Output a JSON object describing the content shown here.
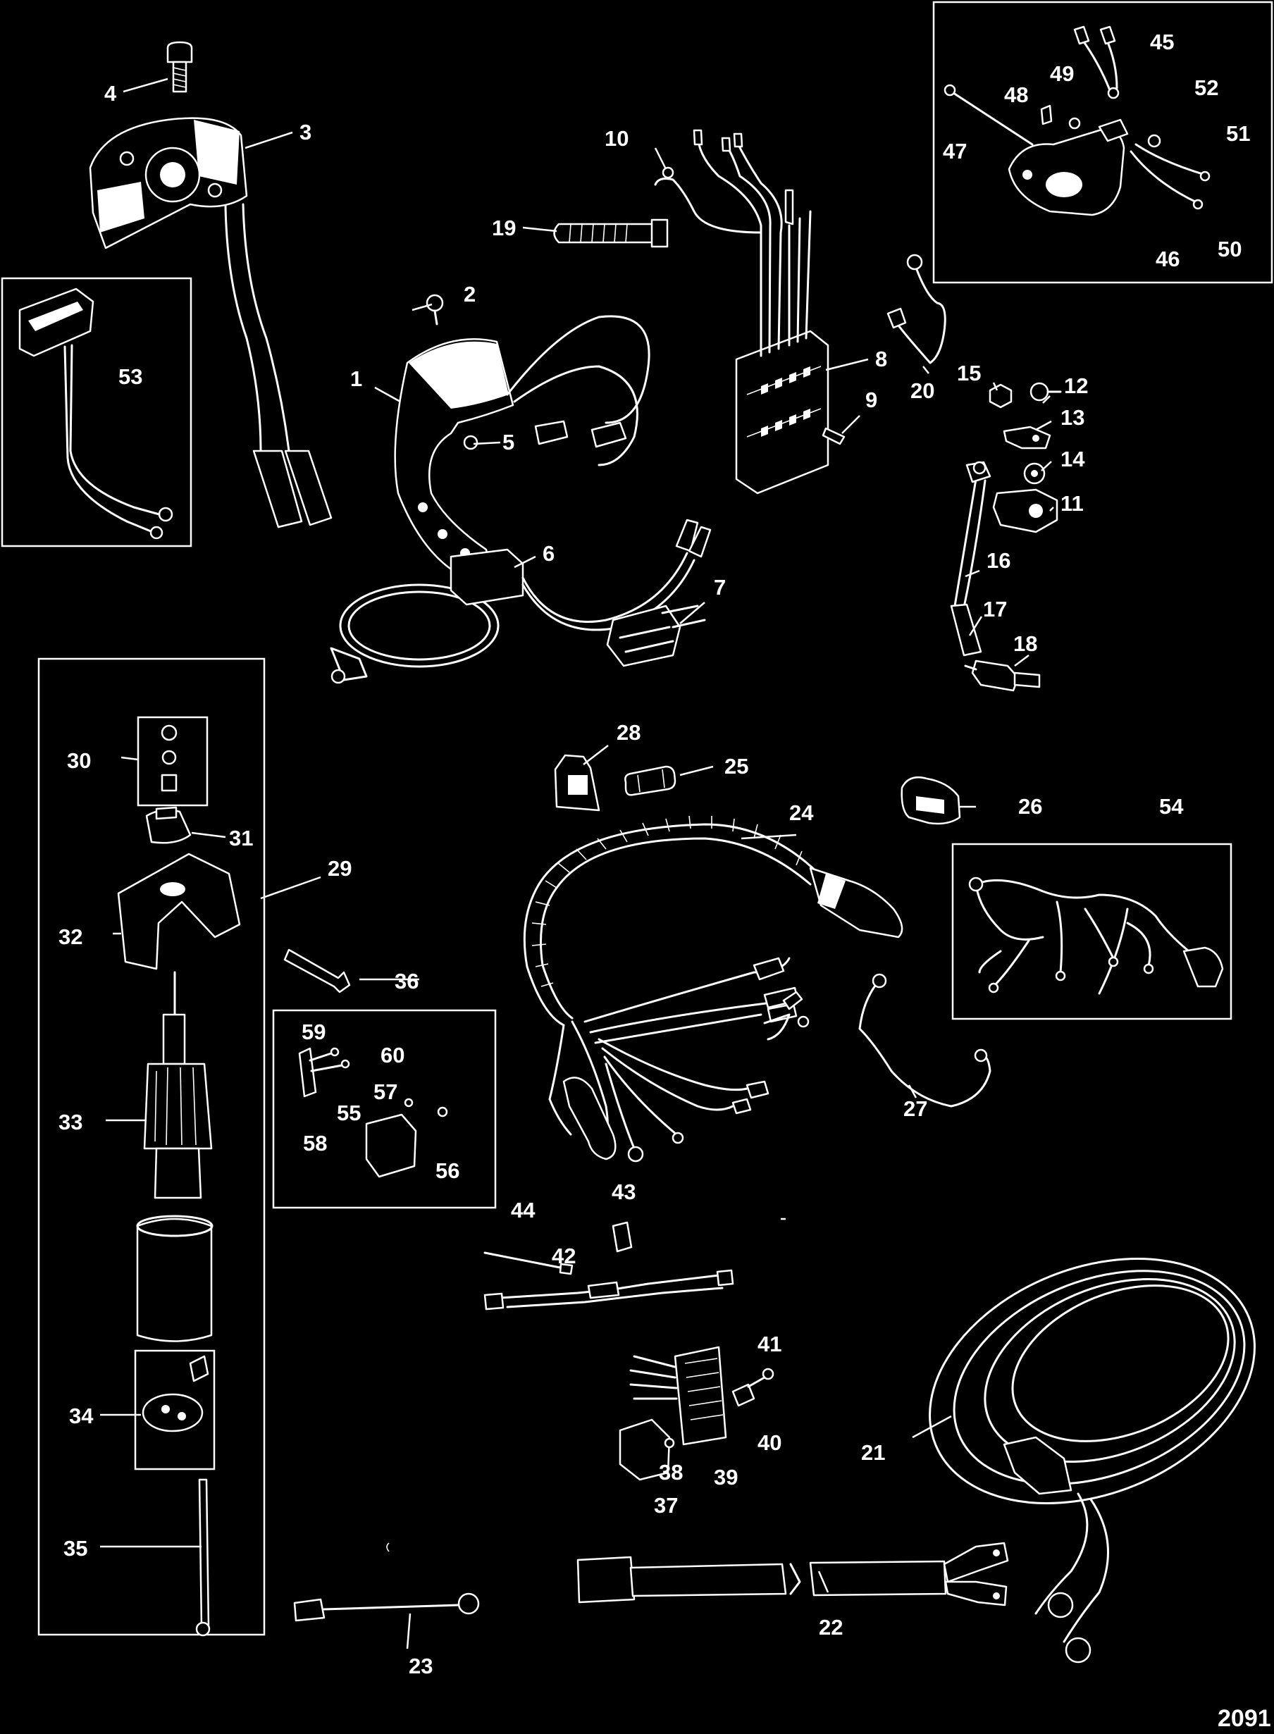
{
  "figure_number": "2091",
  "callouts": {
    "c1": "1",
    "c2": "2",
    "c3": "3",
    "c4": "4",
    "c5": "5",
    "c6": "6",
    "c7": "7",
    "c8": "8",
    "c9": "9",
    "c10": "10",
    "c11": "11",
    "c12": "12",
    "c13": "13",
    "c14": "14",
    "c15": "15",
    "c16": "16",
    "c17": "17",
    "c18": "18",
    "c19": "19",
    "c20": "20",
    "c21": "21",
    "c22": "22",
    "c23": "23",
    "c24": "24",
    "c25": "25",
    "c26": "26",
    "c27": "27",
    "c28": "28",
    "c29": "29",
    "c30": "30",
    "c31": "31",
    "c32": "32",
    "c33": "33",
    "c34": "34",
    "c35": "35",
    "c36": "36",
    "c37": "37",
    "c38": "38",
    "c39": "39",
    "c40": "40",
    "c41": "41",
    "c42": "42",
    "c43": "43",
    "c44": "44",
    "c45": "45",
    "c46": "46",
    "c47": "47",
    "c48": "48",
    "c49": "49",
    "c50": "50",
    "c51": "51",
    "c52": "52",
    "c53": "53",
    "c54": "54",
    "c55": "55",
    "c56": "56",
    "c57": "57",
    "c58": "58",
    "c59": "59",
    "c60": "60"
  },
  "colors": {
    "background": "#000000",
    "foreground": "#ffffff"
  }
}
